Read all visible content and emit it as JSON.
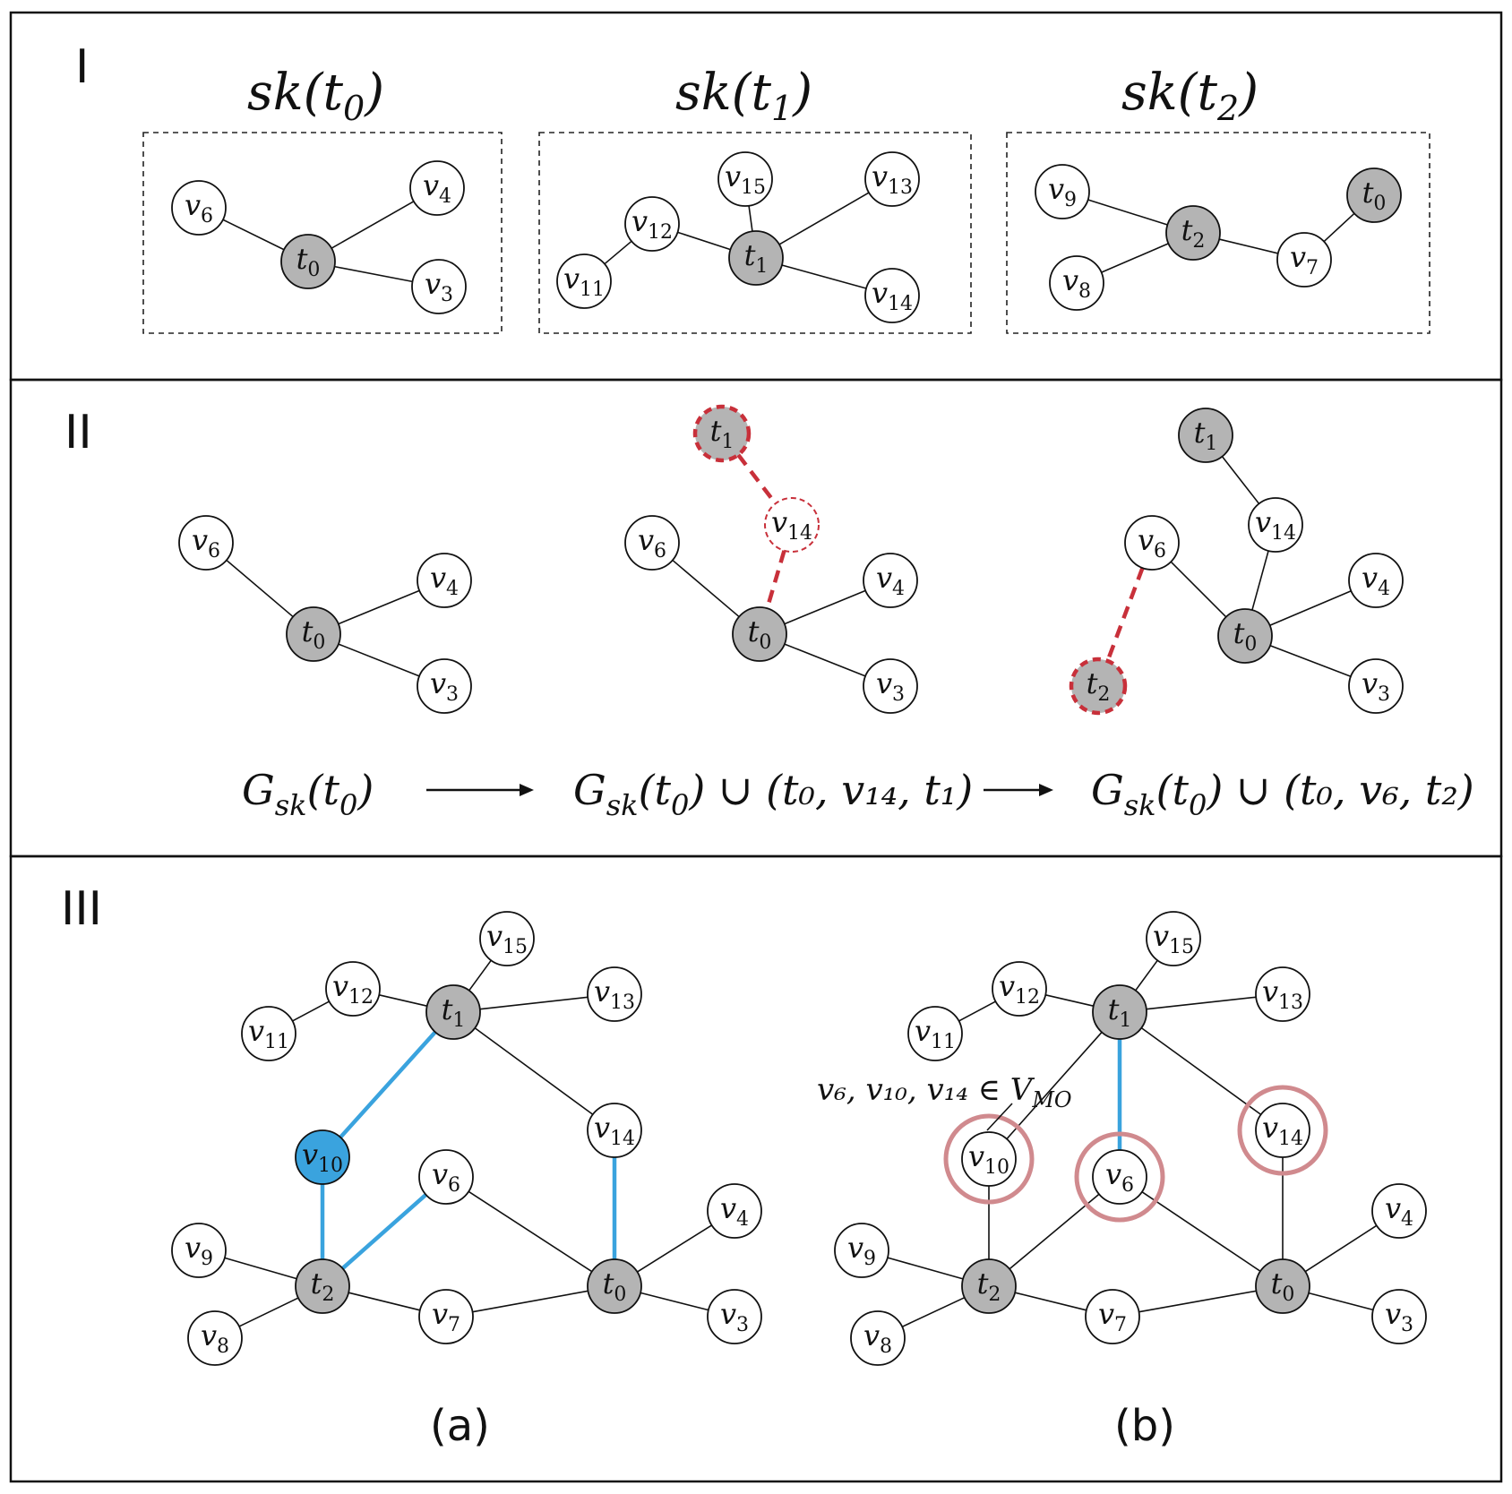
{
  "panels": {
    "I": {
      "label": "I"
    },
    "II": {
      "label": "II"
    },
    "III": {
      "label": "III"
    }
  },
  "sketches": [
    {
      "title_base": "sk(t",
      "title_sub": "0",
      "title_close": ")"
    },
    {
      "title_base": "sk(t",
      "title_sub": "1",
      "title_close": ")"
    },
    {
      "title_base": "sk(t",
      "title_sub": "2",
      "title_close": ")"
    }
  ],
  "formulas": [
    {
      "text": "G",
      "sub": "sk",
      "rest": "(t",
      "rest_sub": "0",
      "tail": ")"
    },
    {
      "text": "G",
      "sub": "sk",
      "rest": "(t",
      "rest_sub": "0",
      "tail": ") ∪ (t₀, v₁₄, t₁)"
    },
    {
      "text": "G",
      "sub": "sk",
      "rest": "(t",
      "rest_sub": "0",
      "tail": ") ∪ (t₀, v₆, t₂)"
    }
  ],
  "annotation": {
    "set_text": "v₆, v₁₀, v₁₄ ∈ V",
    "set_sub": "MO"
  },
  "captions": {
    "a": "(a)",
    "b": "(b)"
  },
  "colors": {
    "terminal_gray": "#b4b4b4",
    "highlight_blue": "#3aa3de",
    "dashed_red": "#c8303a",
    "halo_pink": "#d08a8e"
  },
  "graphs": {
    "sk0": {
      "nodes": [
        {
          "id": "v6",
          "base": "v",
          "sub": "6",
          "kind": "white"
        },
        {
          "id": "t0",
          "base": "t",
          "sub": "0",
          "kind": "gray"
        },
        {
          "id": "v4",
          "base": "v",
          "sub": "4",
          "kind": "white"
        },
        {
          "id": "v3",
          "base": "v",
          "sub": "3",
          "kind": "white"
        }
      ],
      "edges": [
        [
          "v6",
          "t0"
        ],
        [
          "t0",
          "v4"
        ],
        [
          "t0",
          "v3"
        ]
      ]
    },
    "sk1": {
      "nodes": [
        {
          "id": "v15",
          "base": "v",
          "sub": "15",
          "kind": "white"
        },
        {
          "id": "v13",
          "base": "v",
          "sub": "13",
          "kind": "white"
        },
        {
          "id": "v12",
          "base": "v",
          "sub": "12",
          "kind": "white"
        },
        {
          "id": "t1",
          "base": "t",
          "sub": "1",
          "kind": "gray"
        },
        {
          "id": "v11",
          "base": "v",
          "sub": "11",
          "kind": "white"
        },
        {
          "id": "v14",
          "base": "v",
          "sub": "14",
          "kind": "white"
        }
      ],
      "edges": [
        [
          "v11",
          "v12"
        ],
        [
          "v12",
          "t1"
        ],
        [
          "v15",
          "t1"
        ],
        [
          "t1",
          "v13"
        ],
        [
          "t1",
          "v14"
        ]
      ]
    },
    "sk2": {
      "nodes": [
        {
          "id": "v9",
          "base": "v",
          "sub": "9",
          "kind": "white"
        },
        {
          "id": "t0",
          "base": "t",
          "sub": "0",
          "kind": "gray"
        },
        {
          "id": "t2",
          "base": "t",
          "sub": "2",
          "kind": "gray"
        },
        {
          "id": "v7",
          "base": "v",
          "sub": "7",
          "kind": "white"
        },
        {
          "id": "v8",
          "base": "v",
          "sub": "8",
          "kind": "white"
        }
      ],
      "edges": [
        [
          "v9",
          "t2"
        ],
        [
          "v8",
          "t2"
        ],
        [
          "t2",
          "v7"
        ],
        [
          "v7",
          "t0"
        ]
      ]
    },
    "g2a": {
      "nodes": [
        {
          "id": "v6",
          "base": "v",
          "sub": "6",
          "kind": "white"
        },
        {
          "id": "t0",
          "base": "t",
          "sub": "0",
          "kind": "gray"
        },
        {
          "id": "v4",
          "base": "v",
          "sub": "4",
          "kind": "white"
        },
        {
          "id": "v3",
          "base": "v",
          "sub": "3",
          "kind": "white"
        }
      ],
      "edges": [
        [
          "v6",
          "t0"
        ],
        [
          "t0",
          "v4"
        ],
        [
          "t0",
          "v3"
        ]
      ]
    },
    "g2b": {
      "nodes": [
        {
          "id": "t1",
          "base": "t",
          "sub": "1",
          "kind": "gray-red"
        },
        {
          "id": "v14",
          "base": "v",
          "sub": "14",
          "kind": "ghost"
        },
        {
          "id": "v6",
          "base": "v",
          "sub": "6",
          "kind": "white"
        },
        {
          "id": "t0",
          "base": "t",
          "sub": "0",
          "kind": "gray"
        },
        {
          "id": "v4",
          "base": "v",
          "sub": "4",
          "kind": "white"
        },
        {
          "id": "v3",
          "base": "v",
          "sub": "3",
          "kind": "white"
        }
      ],
      "edges": [
        [
          "v6",
          "t0"
        ],
        [
          "t0",
          "v4"
        ],
        [
          "t0",
          "v3"
        ]
      ],
      "red_edges": [
        [
          "t1",
          "v14"
        ],
        [
          "v14",
          "t0"
        ]
      ]
    },
    "g2c": {
      "nodes": [
        {
          "id": "t1",
          "base": "t",
          "sub": "1",
          "kind": "gray"
        },
        {
          "id": "v14",
          "base": "v",
          "sub": "14",
          "kind": "white"
        },
        {
          "id": "v6",
          "base": "v",
          "sub": "6",
          "kind": "white"
        },
        {
          "id": "t0",
          "base": "t",
          "sub": "0",
          "kind": "gray"
        },
        {
          "id": "v4",
          "base": "v",
          "sub": "4",
          "kind": "white"
        },
        {
          "id": "v3",
          "base": "v",
          "sub": "3",
          "kind": "white"
        },
        {
          "id": "t2",
          "base": "t",
          "sub": "2",
          "kind": "gray-red"
        }
      ],
      "edges": [
        [
          "t1",
          "v14"
        ],
        [
          "v14",
          "t0"
        ],
        [
          "v6",
          "t0"
        ],
        [
          "t0",
          "v4"
        ],
        [
          "t0",
          "v3"
        ]
      ],
      "red_edges": [
        [
          "v6",
          "t2"
        ]
      ]
    },
    "g3a": {
      "nodes": [
        {
          "id": "v15",
          "base": "v",
          "sub": "15",
          "kind": "white"
        },
        {
          "id": "v12",
          "base": "v",
          "sub": "12",
          "kind": "white"
        },
        {
          "id": "t1",
          "base": "t",
          "sub": "1",
          "kind": "gray"
        },
        {
          "id": "v13",
          "base": "v",
          "sub": "13",
          "kind": "white"
        },
        {
          "id": "v11",
          "base": "v",
          "sub": "11",
          "kind": "white"
        },
        {
          "id": "v14",
          "base": "v",
          "sub": "14",
          "kind": "white"
        },
        {
          "id": "v10",
          "base": "v",
          "sub": "10",
          "kind": "blue"
        },
        {
          "id": "v6",
          "base": "v",
          "sub": "6",
          "kind": "white"
        },
        {
          "id": "v4",
          "base": "v",
          "sub": "4",
          "kind": "white"
        },
        {
          "id": "v9",
          "base": "v",
          "sub": "9",
          "kind": "white"
        },
        {
          "id": "t2",
          "base": "t",
          "sub": "2",
          "kind": "gray"
        },
        {
          "id": "t0",
          "base": "t",
          "sub": "0",
          "kind": "gray"
        },
        {
          "id": "v7",
          "base": "v",
          "sub": "7",
          "kind": "white"
        },
        {
          "id": "v3",
          "base": "v",
          "sub": "3",
          "kind": "white"
        },
        {
          "id": "v8",
          "base": "v",
          "sub": "8",
          "kind": "white"
        }
      ],
      "edges": [
        [
          "v11",
          "v12"
        ],
        [
          "v12",
          "t1"
        ],
        [
          "v15",
          "t1"
        ],
        [
          "t1",
          "v13"
        ],
        [
          "t1",
          "v14"
        ],
        [
          "v9",
          "t2"
        ],
        [
          "v8",
          "t2"
        ],
        [
          "t2",
          "v7"
        ],
        [
          "v7",
          "t0"
        ],
        [
          "v6",
          "t0"
        ],
        [
          "t0",
          "v4"
        ],
        [
          "t0",
          "v3"
        ]
      ],
      "blue_edges": [
        [
          "t1",
          "v10"
        ],
        [
          "v10",
          "t2"
        ],
        [
          "t2",
          "v6"
        ],
        [
          "v14",
          "t0"
        ]
      ]
    },
    "g3b": {
      "nodes": [
        {
          "id": "v15",
          "base": "v",
          "sub": "15",
          "kind": "white"
        },
        {
          "id": "v12",
          "base": "v",
          "sub": "12",
          "kind": "white"
        },
        {
          "id": "t1",
          "base": "t",
          "sub": "1",
          "kind": "gray"
        },
        {
          "id": "v13",
          "base": "v",
          "sub": "13",
          "kind": "white"
        },
        {
          "id": "v11",
          "base": "v",
          "sub": "11",
          "kind": "white"
        },
        {
          "id": "v14",
          "base": "v",
          "sub": "14",
          "kind": "white",
          "halo": true
        },
        {
          "id": "v10",
          "base": "v",
          "sub": "10",
          "kind": "white",
          "halo": true
        },
        {
          "id": "v6",
          "base": "v",
          "sub": "6",
          "kind": "white",
          "halo": true
        },
        {
          "id": "v4",
          "base": "v",
          "sub": "4",
          "kind": "white"
        },
        {
          "id": "v9",
          "base": "v",
          "sub": "9",
          "kind": "white"
        },
        {
          "id": "t2",
          "base": "t",
          "sub": "2",
          "kind": "gray"
        },
        {
          "id": "t0",
          "base": "t",
          "sub": "0",
          "kind": "gray"
        },
        {
          "id": "v7",
          "base": "v",
          "sub": "7",
          "kind": "white"
        },
        {
          "id": "v3",
          "base": "v",
          "sub": "3",
          "kind": "white"
        },
        {
          "id": "v8",
          "base": "v",
          "sub": "8",
          "kind": "white"
        }
      ],
      "edges": [
        [
          "v11",
          "v12"
        ],
        [
          "v12",
          "t1"
        ],
        [
          "v15",
          "t1"
        ],
        [
          "t1",
          "v13"
        ],
        [
          "t1",
          "v14"
        ],
        [
          "t1",
          "v10"
        ],
        [
          "v10",
          "t2"
        ],
        [
          "v9",
          "t2"
        ],
        [
          "v8",
          "t2"
        ],
        [
          "t2",
          "v7"
        ],
        [
          "t2",
          "v6"
        ],
        [
          "v7",
          "t0"
        ],
        [
          "v6",
          "t0"
        ],
        [
          "v14",
          "t0"
        ],
        [
          "t0",
          "v4"
        ],
        [
          "t0",
          "v3"
        ]
      ],
      "blue_edges": [
        [
          "t1",
          "v6"
        ]
      ]
    }
  }
}
